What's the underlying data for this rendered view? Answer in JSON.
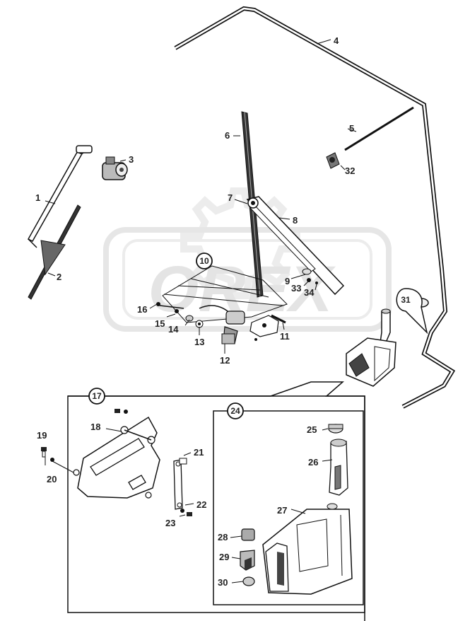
{
  "watermark": "OREX",
  "part_labels": [
    "1",
    "2",
    "3",
    "4",
    "5",
    "6",
    "7",
    "8",
    "9",
    "11",
    "12",
    "13",
    "14",
    "15",
    "16",
    "32",
    "33",
    "34"
  ],
  "circled_labels": [
    "10",
    "17",
    "24",
    "31"
  ],
  "group_17_labels": [
    "18",
    "19",
    "20",
    "21",
    "22",
    "23"
  ],
  "group_24_labels": [
    "25",
    "26",
    "27",
    "28",
    "29",
    "30"
  ],
  "colors": {
    "line": "#111111",
    "watermark": "#e4e4e4"
  }
}
